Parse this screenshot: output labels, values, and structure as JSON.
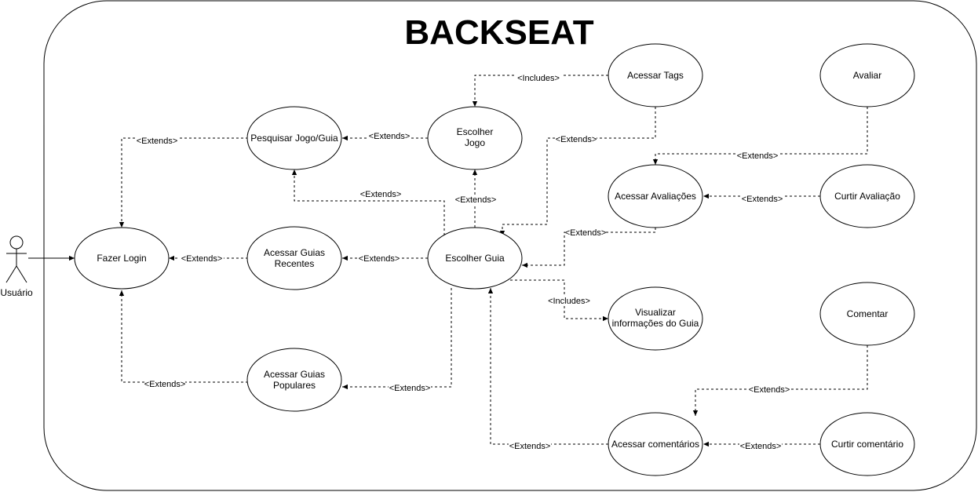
{
  "title": "BACKSEAT",
  "actor": {
    "label": "Usuário"
  },
  "use_cases": {
    "fazer_login": [
      "Fazer Login"
    ],
    "pesquisar": [
      "Pesquisar Jogo/Guia"
    ],
    "escolher_jogo": [
      "Escolher",
      "Jogo"
    ],
    "acessar_tags": [
      "Acessar Tags"
    ],
    "avaliar": [
      "Avaliar"
    ],
    "acessar_recentes": [
      "Acessar Guias",
      "Recentes"
    ],
    "escolher_guia": [
      "Escolher Guia"
    ],
    "acessar_avaliacoes": [
      "Acessar Avaliações"
    ],
    "curtir_avaliacao": [
      "Curtir Avaliação"
    ],
    "visualizar_info": [
      "Visualizar",
      "informações do Guia"
    ],
    "comentar": [
      "Comentar"
    ],
    "acessar_populares": [
      "Acessar Guias",
      "Populares"
    ],
    "acessar_comentarios": [
      "Acessar comentários"
    ],
    "curtir_comentario": [
      "Curtir comentário"
    ]
  },
  "labels": {
    "extends": "<Extends>",
    "includes": "<Includes>"
  }
}
